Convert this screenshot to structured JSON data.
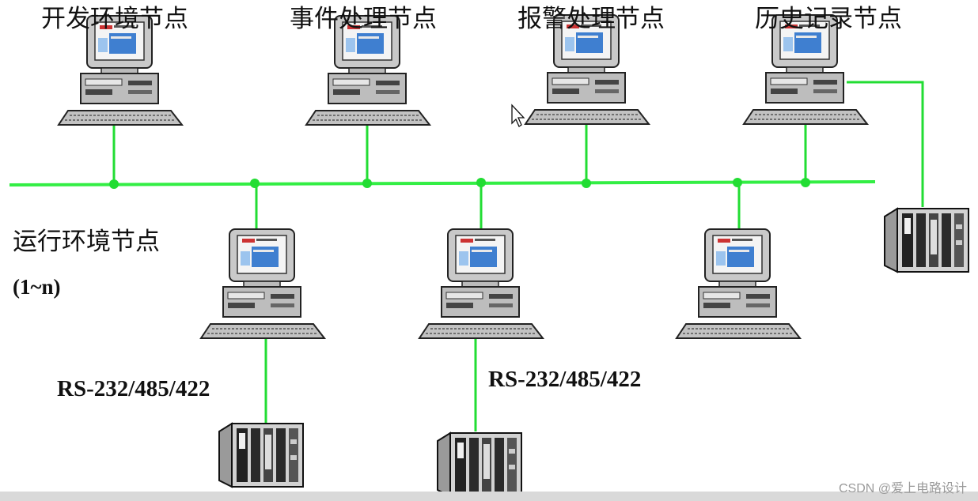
{
  "top_nodes": {
    "dev": "开发环境节点",
    "event": "事件处理节点",
    "alarm": "报警处理节点",
    "history": "历史记录节点"
  },
  "runtime_node": {
    "label": "运行环境节点",
    "range": "(1~n)"
  },
  "links": {
    "left_protocol": "RS-232/485/422",
    "right_protocol": "RS-232/485/422"
  },
  "watermark": "CSDN @爱上电路设计",
  "colors": {
    "network": "#33ee44",
    "line": "#22dd33",
    "screen": "#1a5fb4"
  },
  "icons": {
    "computer": "desktop-computer-icon",
    "plc": "plc-rack-icon",
    "cursor": "mouse-cursor-icon"
  }
}
